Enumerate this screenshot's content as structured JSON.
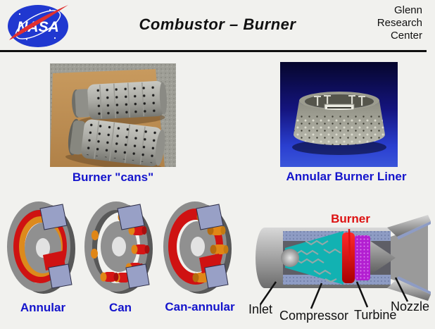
{
  "header": {
    "logo_text": "NASA",
    "title": "Combustor – Burner",
    "org_lines": [
      "Glenn",
      "Research",
      "Center"
    ]
  },
  "photos": {
    "cans_caption": "Burner \"cans\"",
    "liner_caption": "Annular Burner Liner"
  },
  "combustor_types": [
    {
      "label": "Annular"
    },
    {
      "label": "Can"
    },
    {
      "label": "Can-annular"
    }
  ],
  "engine": {
    "burner_label": "Burner",
    "part_labels": [
      "Inlet",
      "Compressor",
      "Turbine",
      "Nozzle"
    ]
  },
  "colors": {
    "background": "#f1f1ee",
    "label_blue": "#1414cc",
    "burner_red": "#dd1111",
    "nasa_blue": "#2038d0",
    "nasa_red": "#e03030",
    "rule_black": "#101010",
    "compressor_teal": "#12b2b2",
    "turbine_purple": "#b31fd1",
    "duct_periwinkle": "#8e9cc4",
    "combustor_orange": "#e08616"
  }
}
